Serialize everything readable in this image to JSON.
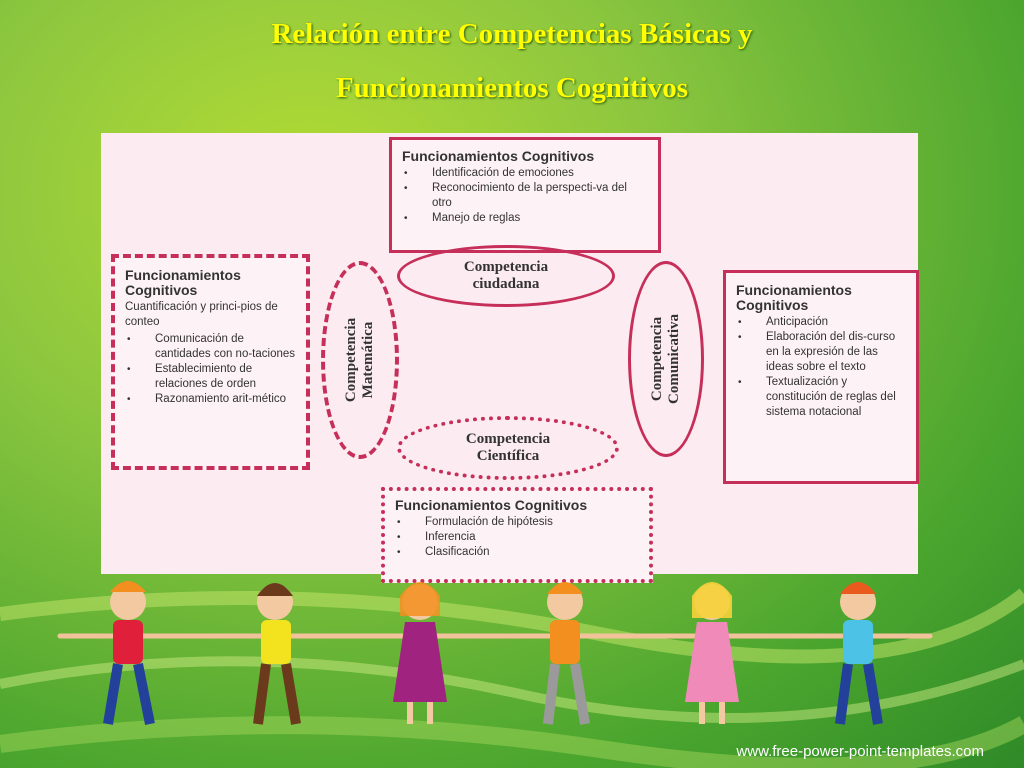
{
  "title": {
    "line1": "Relación entre Competencias Básicas y",
    "line2": "Funcionamientos Cognitivos"
  },
  "box_top": {
    "heading": "Funcionamientos Cognitivos",
    "items": [
      "Identificación de emociones",
      "Reconocimiento de la perspecti-va del otro",
      "Manejo de reglas"
    ]
  },
  "box_left": {
    "heading": "Funcionamientos Cognitivos",
    "intro": "Cuantificación y princi-pios de conteo",
    "items": [
      "Comunicación de cantidades con no-taciones",
      "Establecimiento de relaciones de orden",
      "Razonamiento arit-mético"
    ]
  },
  "box_right": {
    "heading": "Funcionamientos Cognitivos",
    "items": [
      "Anticipación",
      "Elaboración del dis-curso en la expresión de las ideas sobre el texto",
      "Textualización y constitución de reglas del sistema notacional"
    ]
  },
  "box_bottom": {
    "heading": "Funcionamientos Cognitivos",
    "items": [
      "Formulación de hipótesis",
      "Inferencia",
      "Clasificación"
    ]
  },
  "ovals": {
    "ciudadana": "Competencia ciudadana",
    "cientifica": "Competencia Científica",
    "matematica": "Competencia Matemática",
    "comunicativa": "Competencia Comunicativa"
  },
  "footer": "www.free-power-point-templates.com",
  "colors": {
    "accent": "#c62f5a",
    "title": "#ffff00",
    "panel": "#fcebf1"
  }
}
